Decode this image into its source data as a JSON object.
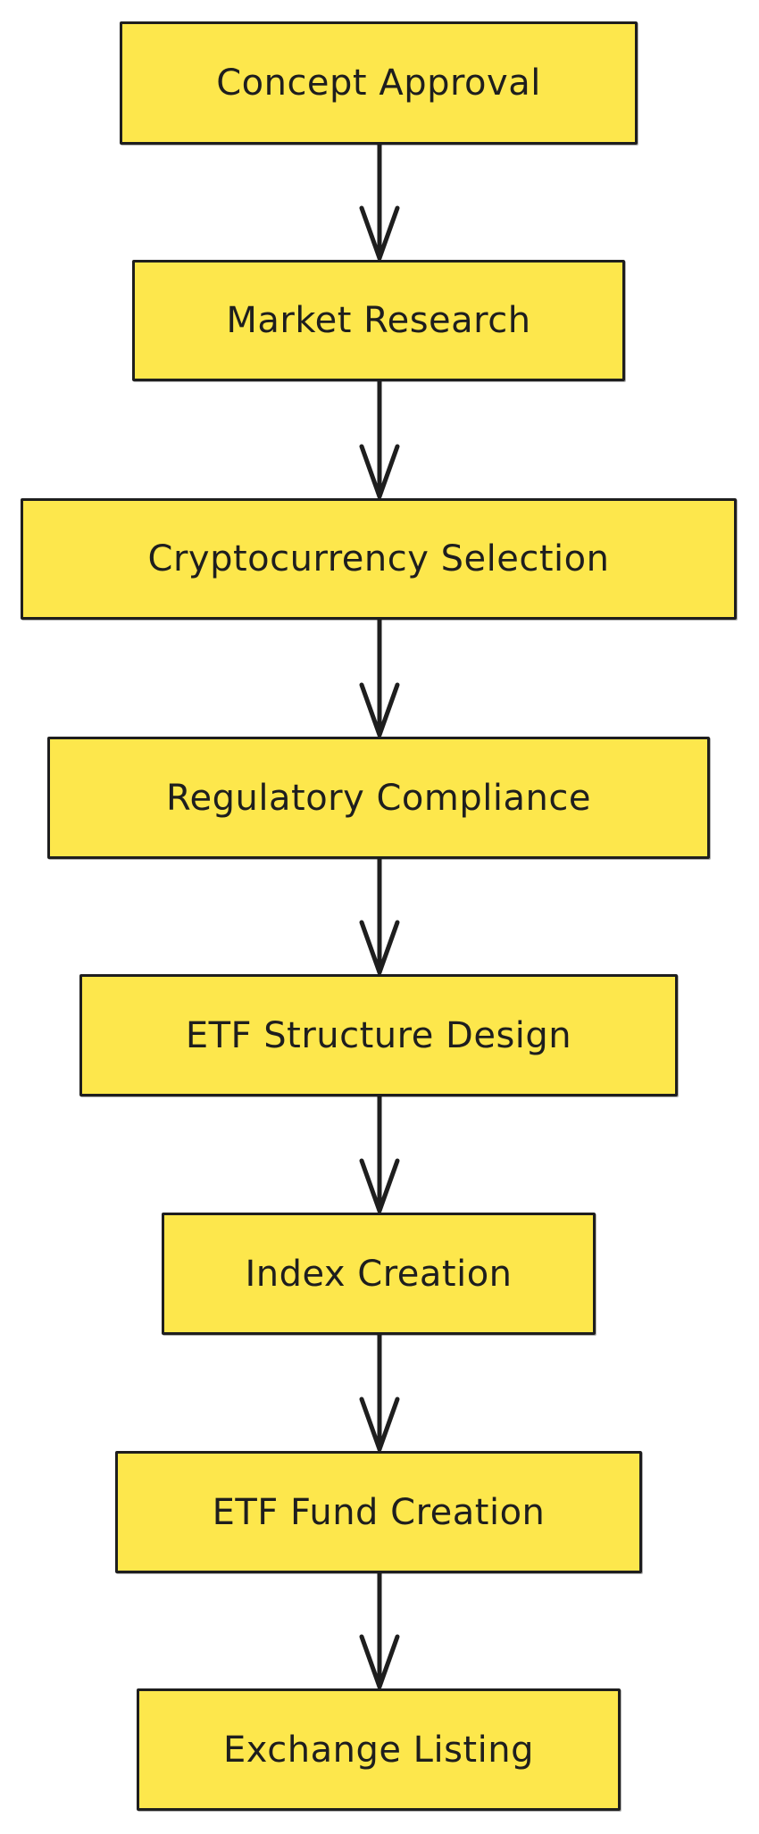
{
  "colors": {
    "node_fill": "#fde74c",
    "stroke": "#1e1e1e",
    "background": "#ffffff"
  },
  "flow": {
    "steps": [
      {
        "label": "Concept Approval"
      },
      {
        "label": "Market Research"
      },
      {
        "label": "Cryptocurrency Selection"
      },
      {
        "label": "Regulatory Compliance"
      },
      {
        "label": "ETF Structure Design"
      },
      {
        "label": "Index Creation"
      },
      {
        "label": "ETF Fund Creation"
      },
      {
        "label": "Exchange Listing"
      }
    ]
  }
}
